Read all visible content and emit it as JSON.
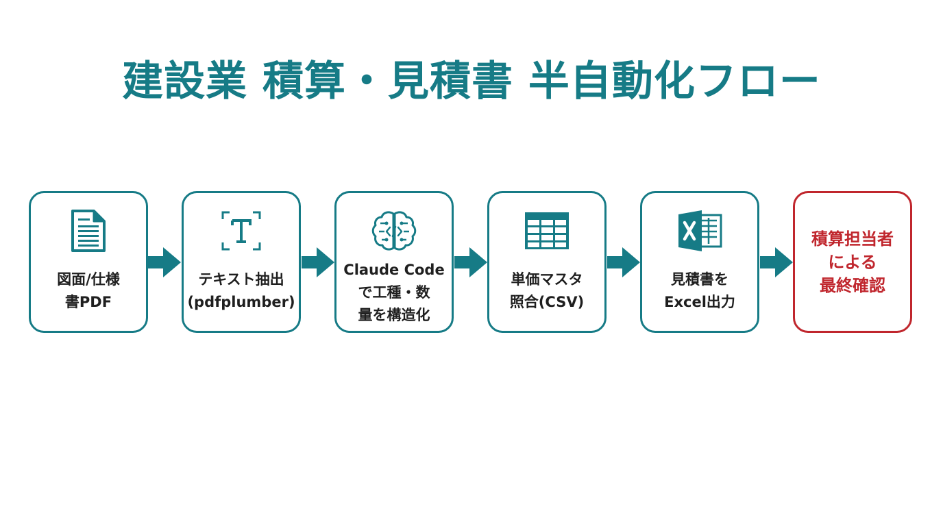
{
  "title": "建設業 積算・見積書 半自動化フロー",
  "colors": {
    "accent": "#167b86",
    "final": "#c0262d",
    "text": "#1f1f1f"
  },
  "steps": [
    {
      "icon": "document-icon",
      "lines": [
        "図面/仕様",
        "書PDF"
      ]
    },
    {
      "icon": "text-extract-icon",
      "lines": [
        "テキスト抽出",
        "(pdfplumber)"
      ]
    },
    {
      "icon": "brain-code-icon",
      "lines": [
        "Claude Code",
        "で工種・数",
        "量を構造化"
      ]
    },
    {
      "icon": "table-icon",
      "lines": [
        "単価マスタ",
        "照合(CSV)"
      ]
    },
    {
      "icon": "excel-icon",
      "lines": [
        "見積書を",
        "Excel出力"
      ]
    },
    {
      "icon": "",
      "lines": [
        "積算担当者",
        "による",
        "最終確認"
      ]
    }
  ]
}
